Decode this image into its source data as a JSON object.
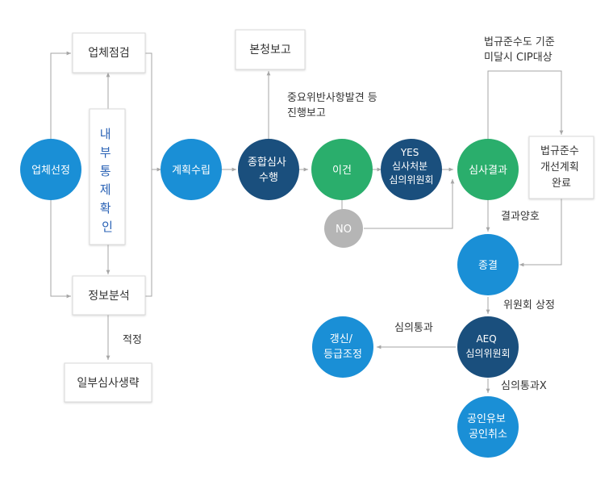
{
  "colors": {
    "light_blue": "#1a8fd6",
    "dark_navy": "#1a4f7d",
    "green": "#2aae6c",
    "gray_node": "#b5b5b5",
    "box_text": "#333333",
    "vertical_text": "#2a62b5",
    "edge": "#a6a6a6"
  },
  "nodes": {
    "company_selection": "업체선정",
    "company_inspection": "업체점검",
    "internal_control_check": [
      "내",
      "부",
      "통",
      "제",
      "확",
      "인"
    ],
    "info_analysis": "정보분석",
    "partial_skip": "일부심사생략",
    "plan": "계획수립",
    "comprehensive_review": [
      "종합심사",
      "수행"
    ],
    "hq_report": "본청보고",
    "objection": "이건",
    "no": "NO",
    "yes_committee": [
      "YES",
      "심사처분",
      "심의위원회"
    ],
    "review_result": "심사결과",
    "improvement_plan": [
      "법규준수",
      "개선계획",
      "완료"
    ],
    "closure": "종결",
    "aeo_committee": [
      "AEQ",
      "심의위원회"
    ],
    "renewal": [
      "갱신/",
      "등급조정"
    ],
    "public_notice": [
      "공인유보",
      "공인취소"
    ]
  },
  "labels": {
    "appropriate": "적정",
    "violation_report": [
      "중요위반사항발견 등",
      "진행보고"
    ],
    "cip_note": [
      "법규준수도 기준",
      "미달시 CIP대상"
    ],
    "good_result": "결과양호",
    "committee_referral": "위원회 상정",
    "review_pass": "심의통과",
    "review_pass_x": "심의통과X"
  }
}
